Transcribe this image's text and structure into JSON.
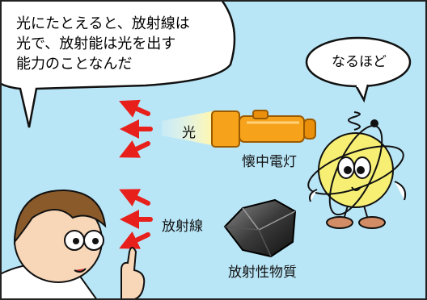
{
  "speech_bubble_left": {
    "lines": [
      "光にたとえると、放射線は",
      "光で、放射能は光を出す",
      "能力のことなんだ"
    ]
  },
  "speech_bubble_right": {
    "text": "なるほど"
  },
  "labels": {
    "light": "光",
    "flashlight": "懐中電灯",
    "radiation": "放射線",
    "radioactive_material": "放射性物質"
  },
  "colors": {
    "background": "#b9e6f7",
    "arrow": "#e8201c",
    "flashlight_body": "#f6a21a",
    "beam": "#fff7b0",
    "atom_face": "#f6ef74"
  }
}
